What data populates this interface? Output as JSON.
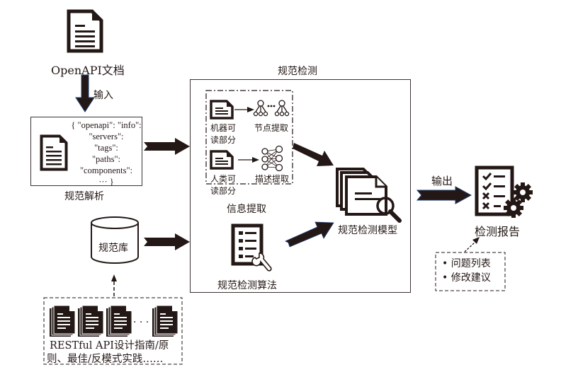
{
  "diagram": {
    "openapi_doc": {
      "label": "OpenAPI文档",
      "icon": "document-icon"
    },
    "input_arrow": {
      "label": "输入"
    },
    "spec_parsing": {
      "label": "规范解析",
      "json_lines": [
        "{ \"openapi\": \"info\":",
        "\"servers\":",
        "\"tags\":",
        "\"paths\":",
        "\"components\":",
        "··· }"
      ]
    },
    "spec_detection": {
      "title": "规范检测",
      "info_extraction": {
        "label": "信息提取",
        "machine_readable": {
          "line1": "机器可",
          "line2": "读部分",
          "output": "节点提取"
        },
        "human_readable": {
          "line1": "人类可",
          "line2": "读部分",
          "output": "描述提取"
        }
      },
      "algorithm": {
        "label": "规范检测算法"
      },
      "model": {
        "label": "规范检测模型"
      }
    },
    "output_arrow": {
      "label": "输出"
    },
    "report": {
      "label": "检测报告",
      "items": [
        "• 问题列表",
        "• 修改建议"
      ]
    },
    "spec_library": {
      "label": "规范库"
    },
    "sources": {
      "line1": "RESTful API设计指南/原",
      "line2": "则、最佳/反模式实践……",
      "ellipsis": "· · ·"
    },
    "colors": {
      "ink": "#231815",
      "arrow_edge": "#1f3b6e",
      "frame": "#3a3330"
    }
  }
}
